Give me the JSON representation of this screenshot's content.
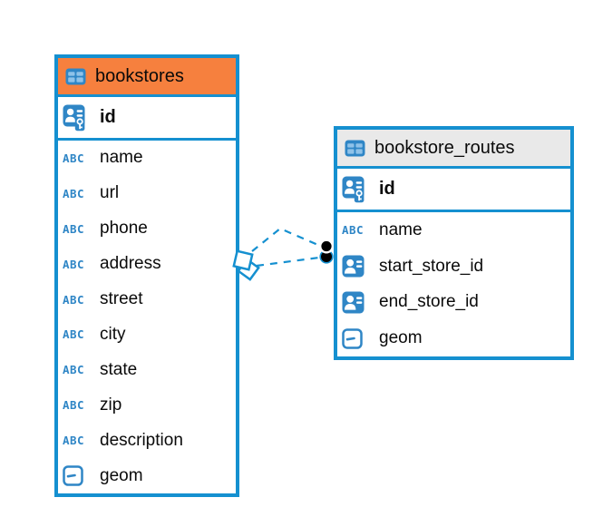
{
  "diagram": {
    "tables": [
      {
        "name": "bookstores",
        "header_style": "orange",
        "primary_key": "id",
        "columns": [
          {
            "name": "name",
            "type": "text"
          },
          {
            "name": "url",
            "type": "text"
          },
          {
            "name": "phone",
            "type": "text"
          },
          {
            "name": "address",
            "type": "text"
          },
          {
            "name": "street",
            "type": "text"
          },
          {
            "name": "city",
            "type": "text"
          },
          {
            "name": "state",
            "type": "text"
          },
          {
            "name": "zip",
            "type": "text"
          },
          {
            "name": "description",
            "type": "text"
          },
          {
            "name": "geom",
            "type": "geometry"
          }
        ]
      },
      {
        "name": "bookstore_routes",
        "header_style": "gray",
        "primary_key": "id",
        "columns": [
          {
            "name": "name",
            "type": "text"
          },
          {
            "name": "start_store_id",
            "type": "reference"
          },
          {
            "name": "end_store_id",
            "type": "reference"
          },
          {
            "name": "geom",
            "type": "geometry"
          }
        ]
      }
    ],
    "icons": {
      "text_type_glyph": "ABC"
    },
    "colors": {
      "background": "#ffffff",
      "accent_blue": "#1590d0",
      "icon_blue": "#2f86c6",
      "icon_cell_blue": "#8fc2e8",
      "header_orange": "#f6803e",
      "header_gray": "#e9e9e9",
      "marker_black": "#000000",
      "text_black": "#0a0a0a"
    }
  }
}
